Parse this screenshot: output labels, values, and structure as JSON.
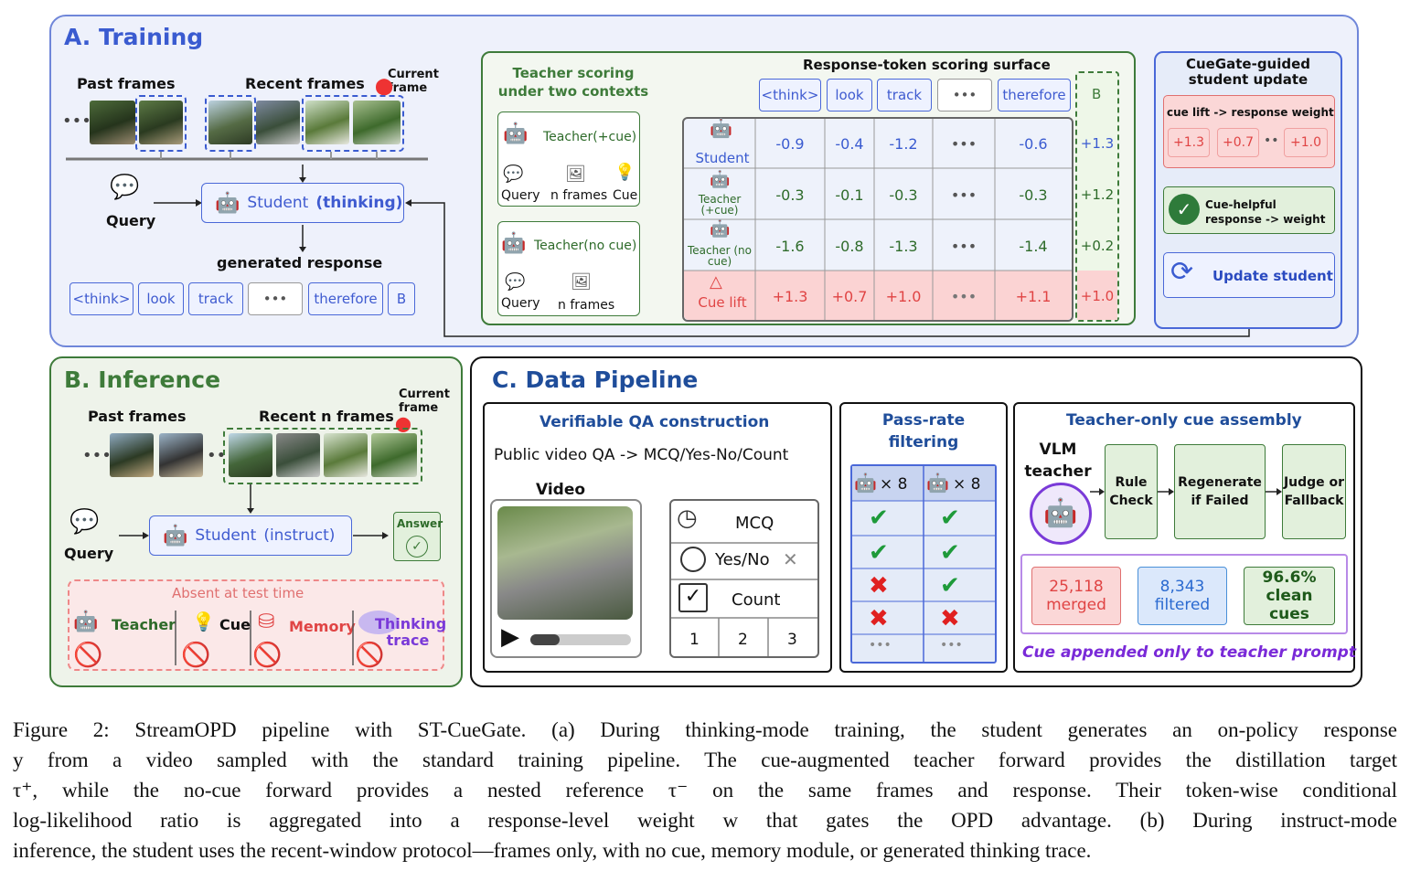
{
  "training": {
    "title": "A. Training",
    "past_frames": "Past frames",
    "recent_frames": "Recent frames",
    "current_frame": "Current frame",
    "query": "Query",
    "student": "Student",
    "student_mode": "(thinking)",
    "generated_response": "generated response",
    "tokens": [
      "<think>",
      "look",
      "track",
      "•••",
      "therefore",
      "B"
    ],
    "teacher_scoring_title": "Teacher scoring under two contexts",
    "teacher_cue": "Teacher(+cue)",
    "teacher_nocue": "Teacher(no cue)",
    "query_small": "Query",
    "n_frames": "n frames",
    "cue": "Cue",
    "surface_title": "Response-token scoring surface",
    "surface_cols": [
      "<think>",
      "look",
      "track",
      "•••",
      "therefore",
      "B"
    ],
    "rows": [
      {
        "label": "Student",
        "values": [
          "-0.9",
          "-0.4",
          "-1.2",
          "•••",
          "-0.6",
          "+1.3"
        ]
      },
      {
        "label": "Teacher (+cue)",
        "values": [
          "-0.3",
          "-0.1",
          "-0.3",
          "•••",
          "-0.3",
          "+1.2"
        ]
      },
      {
        "label": "Teacher (no cue)",
        "values": [
          "-1.6",
          "-0.8",
          "-1.3",
          "•••",
          "-1.4",
          "+0.2"
        ]
      },
      {
        "label": "Cue lift",
        "symbol": "△",
        "values": [
          "+1.3",
          "+0.7",
          "+1.0",
          "•••",
          "+1.1",
          "+1.0"
        ]
      }
    ],
    "cuegate_title": "CueGate-guided student update",
    "cue_lift_weight": "cue lift -> response weight",
    "weights": [
      "+1.3",
      "+0.7",
      "••",
      "+1.0"
    ],
    "cue_helpful": "Cue-helpful response -> weight",
    "update_student": "Update student"
  },
  "inference": {
    "title": "B. Inference",
    "past_frames": "Past frames",
    "recent_n_frames": "Recent n frames",
    "current_frame": "Current frame",
    "query": "Query",
    "student": "Student",
    "student_mode": "(instruct)",
    "answer": "Answer",
    "absent": "Absent at test time",
    "absent_items": [
      "Teacher",
      "Cue",
      "Memory",
      "Thinking trace"
    ]
  },
  "pipeline": {
    "title": "C. Data Pipeline",
    "qa_title": "Verifiable QA construction",
    "qa_sub": "Public video QA -> MCQ/Yes-No/Count",
    "video": "Video",
    "mcq": "MCQ",
    "yesno": "Yes/No",
    "count": "Count",
    "count_opts": [
      "1",
      "2",
      "3"
    ],
    "pass_title": "Pass-rate filtering",
    "pass_header": "× 8",
    "pass_rows": [
      [
        "check",
        "check"
      ],
      [
        "check",
        "check"
      ],
      [
        "cross",
        "check"
      ],
      [
        "cross",
        "cross"
      ],
      [
        "•••",
        "•••"
      ]
    ],
    "cue_title": "Teacher-only cue assembly",
    "vlm_teacher": "VLM teacher",
    "steps": [
      "Rule Check",
      "Regenerate if Failed",
      "Judge or Fallback"
    ],
    "stats": [
      {
        "value": "25,118",
        "label": "merged"
      },
      {
        "value": "8,343",
        "label": "filtered"
      },
      {
        "value": "96.6%",
        "label": "clean cues"
      }
    ],
    "note": "Cue appended only to teacher prompt"
  },
  "caption": {
    "lines": [
      "Figure 2: StreamOPD pipeline with ST-CueGate. (a) During thinking-mode training, the student generates an on-policy response",
      "y from a video sampled with the standard training pipeline. The cue-augmented teacher forward provides the distillation target",
      "τ⁺, while the no-cue forward provides a nested reference τ⁻ on the same frames and response. Their token-wise conditional",
      "log-likelihood ratio is aggregated into a response-level weight w that gates the OPD advantage. (b) During instruct-mode",
      "inference, the student uses the recent-window protocol—frames only, with no cue, memory module, or generated thinking trace."
    ]
  }
}
